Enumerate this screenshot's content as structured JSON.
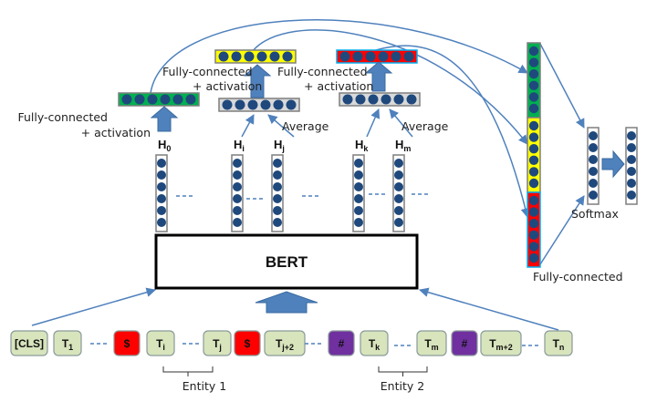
{
  "model": {
    "encoder_label": "BERT",
    "fc_activation_label_line1": "Fully-connected",
    "fc_activation_label_line2": "+ activation",
    "average_label": "Average",
    "final_fc_label": "Fully-connected",
    "softmax_label": "Softmax"
  },
  "hidden_states": [
    {
      "base": "H",
      "sub": "0"
    },
    {
      "base": "H",
      "sub": "i"
    },
    {
      "base": "H",
      "sub": "j"
    },
    {
      "base": "H",
      "sub": "k"
    },
    {
      "base": "H",
      "sub": "m"
    }
  ],
  "tokens": [
    {
      "base": "[CLS]",
      "sub": "",
      "type": "normal"
    },
    {
      "base": "T",
      "sub": "1",
      "type": "normal"
    },
    {
      "base": "$",
      "sub": "",
      "type": "marker-entity1"
    },
    {
      "base": "T",
      "sub": "i",
      "type": "normal"
    },
    {
      "base": "T",
      "sub": "j",
      "type": "normal"
    },
    {
      "base": "$",
      "sub": "",
      "type": "marker-entity1"
    },
    {
      "base": "T",
      "sub": "j+2",
      "type": "normal"
    },
    {
      "base": "#",
      "sub": "",
      "type": "marker-entity2"
    },
    {
      "base": "T",
      "sub": "k",
      "type": "normal"
    },
    {
      "base": "T",
      "sub": "m",
      "type": "normal"
    },
    {
      "base": "#",
      "sub": "",
      "type": "marker-entity2"
    },
    {
      "base": "T",
      "sub": "m+2",
      "type": "normal"
    },
    {
      "base": "T",
      "sub": "n",
      "type": "normal"
    }
  ],
  "entities": [
    {
      "label": "Entity 1"
    },
    {
      "label": "Entity 2"
    }
  ],
  "colors": {
    "token_fill": "#d8e4bc",
    "token_border": "#8a9a9a",
    "dollar_marker": "#ff0000",
    "hash_marker": "#7030a0",
    "node": "#1f497d",
    "arrow": "#4f81bd",
    "cls_vector": "#00b050",
    "entity1_vector": "#ffff00",
    "entity2_vector": "#ff0000",
    "avg_vector": "#d9d9d9"
  }
}
